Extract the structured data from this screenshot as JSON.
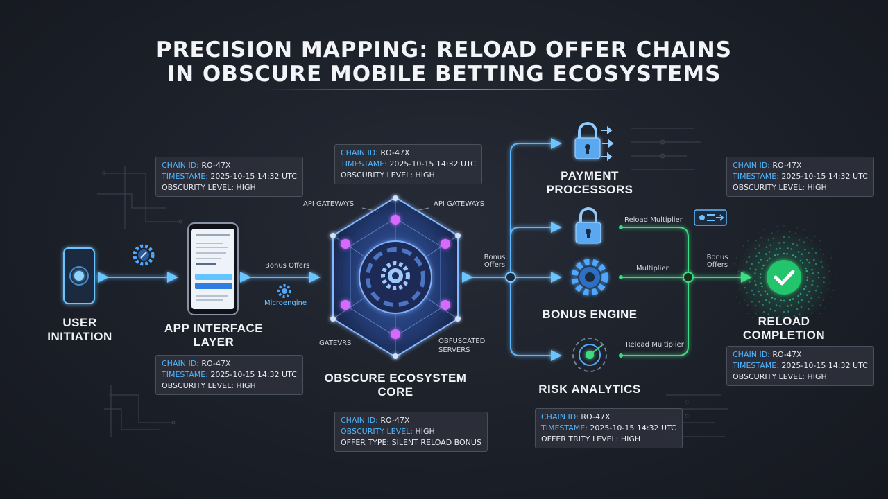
{
  "title": {
    "line1": "PRECISION MAPPING: RELOAD OFFER CHAINS",
    "line2": "IN OBSCURE MOBILE BETTING ECOSYSTEMS"
  },
  "nodes": {
    "user": "USER INITIATION",
    "app": "APP INTERFACE LAYER",
    "core": "OBSCURE ECOSYSTEM CORE",
    "payment": "PAYMENT PROCESSORS",
    "bonus": "BONUS ENGINE",
    "risk": "RISK ANALYTICS",
    "reload": "RELOAD COMPLETION"
  },
  "edge_labels": {
    "bonus_offers_left": "Bonus Offers",
    "microengine": "Microengine",
    "bonus_offers_right": "Bonus Offers",
    "reload_multiplier_top": "Reload Multiplier",
    "multiplier": "Multiplier",
    "reload_multiplier_bottom": "Reload Multiplier",
    "bonus_offers_final": "Bonus Offers"
  },
  "core_labels": {
    "api_left": "API GATEWAYS",
    "api_right": "API GATEWAYS",
    "gateways": "GATEVRS",
    "obfuscated": "OBFUSCATED SERVERS"
  },
  "info_boxes": {
    "app_top": [
      {
        "k": "CHAIN ID:",
        "v": " RO-47X"
      },
      {
        "k": "TIMESTAME:",
        "v": " 2025-10-15 14:32 UTC"
      },
      {
        "k": "",
        "v": "OBSCURITY LEVEL: HIGH"
      }
    ],
    "app_bottom": [
      {
        "k": "CHAIN ID:",
        "v": " RO-47X"
      },
      {
        "k": "TIMESTAME:",
        "v": " 2025-10-15 14:32 UTC"
      },
      {
        "k": "",
        "v": "OBSCURITY LEVEL: HIGH"
      }
    ],
    "core_top": [
      {
        "k": "CHAIN ID:",
        "v": " RO-47X"
      },
      {
        "k": "TIMESTAME:",
        "v": " 2025-10-15 14:32 UTC"
      },
      {
        "k": "",
        "v": "OBSCURITY LEVEL: HIGH"
      }
    ],
    "core_bottom": [
      {
        "k": "CHAIN ID:",
        "v": " RO-47X"
      },
      {
        "k": "OBSCURITY LEVEL:",
        "v": " HIGH"
      },
      {
        "k": "",
        "v": "OFFER TYPE: SILENT RELOAD BONUS"
      }
    ],
    "reload_top": [
      {
        "k": "CHAIN ID:",
        "v": " RO-47X"
      },
      {
        "k": "TIMESTAME:",
        "v": " 2025-10-15 14:32 UTC"
      },
      {
        "k": "",
        "v": "OBSCURITY LEVEL: HIGH"
      }
    ],
    "reload_bottom": [
      {
        "k": "CHAIN ID:",
        "v": " RO-47X"
      },
      {
        "k": "TIMESTAME:",
        "v": " 2025-10-15 14:32 UTC"
      },
      {
        "k": "",
        "v": "OBSCURITY LEVEL: HIGH"
      }
    ],
    "risk_bottom": [
      {
        "k": "CHAIN ID:",
        "v": " RO-47X"
      },
      {
        "k": "TIMESTAME:",
        "v": " 2025-10-15 14:32 UTC"
      },
      {
        "k": "",
        "v": "OFFER TRITY LEVEL: HIGH"
      }
    ]
  },
  "icons": {
    "user": "phone-icon",
    "app": "smartphone-app-icon",
    "core": "gear-hexagon-icon",
    "payment": "lock-icon",
    "bonus": "gear-icon",
    "risk": "radar-icon",
    "reload": "check-circle-icon"
  },
  "colors": {
    "blue_accent": "#4fb6ff",
    "green_accent": "#3ddc84",
    "core_purple": "#c45cff"
  }
}
